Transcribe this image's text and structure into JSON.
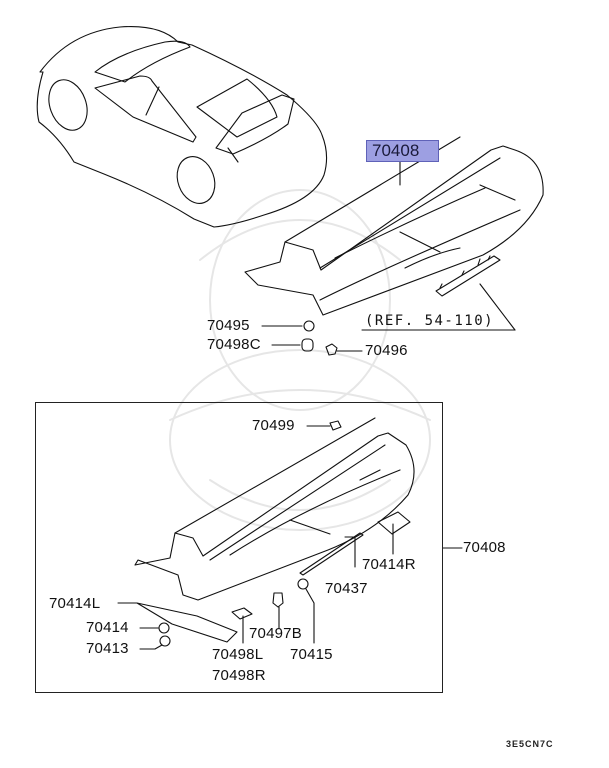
{
  "diagram": {
    "title_part": "70408",
    "title_part_highlight_color": "#9d9fe2",
    "reference_note": "(REF. 54-110)",
    "diagram_code": "3E5CN7C",
    "upper_assembly": {
      "main_part": "70408",
      "fasteners": [
        {
          "part": "70495",
          "icon": "bolt-grommet-icon"
        },
        {
          "part": "70498C",
          "icon": "nut-cap-icon"
        },
        {
          "part": "70496",
          "icon": "clip-icon"
        }
      ],
      "related": {
        "label": "(REF. 54-110)",
        "item": "high-mount-stop-lamp"
      }
    },
    "exploded_view": {
      "assembly_part": "70408",
      "parts": [
        {
          "part": "70499",
          "icon": "screw-icon"
        },
        {
          "part": "70414R",
          "icon": "bracket-icon"
        },
        {
          "part": "70437",
          "icon": "seal-strip-icon"
        },
        {
          "part": "70414L",
          "icon": "bracket-icon"
        },
        {
          "part": "70414",
          "icon": "nut-icon"
        },
        {
          "part": "70413",
          "icon": "washer-icon"
        },
        {
          "part": "70497B",
          "icon": "grommet-icon"
        },
        {
          "part": "70415",
          "icon": "spacer-icon"
        },
        {
          "part": "70498L",
          "icon": "pad-icon"
        },
        {
          "part": "70498R",
          "icon": "pad-icon"
        }
      ]
    }
  }
}
